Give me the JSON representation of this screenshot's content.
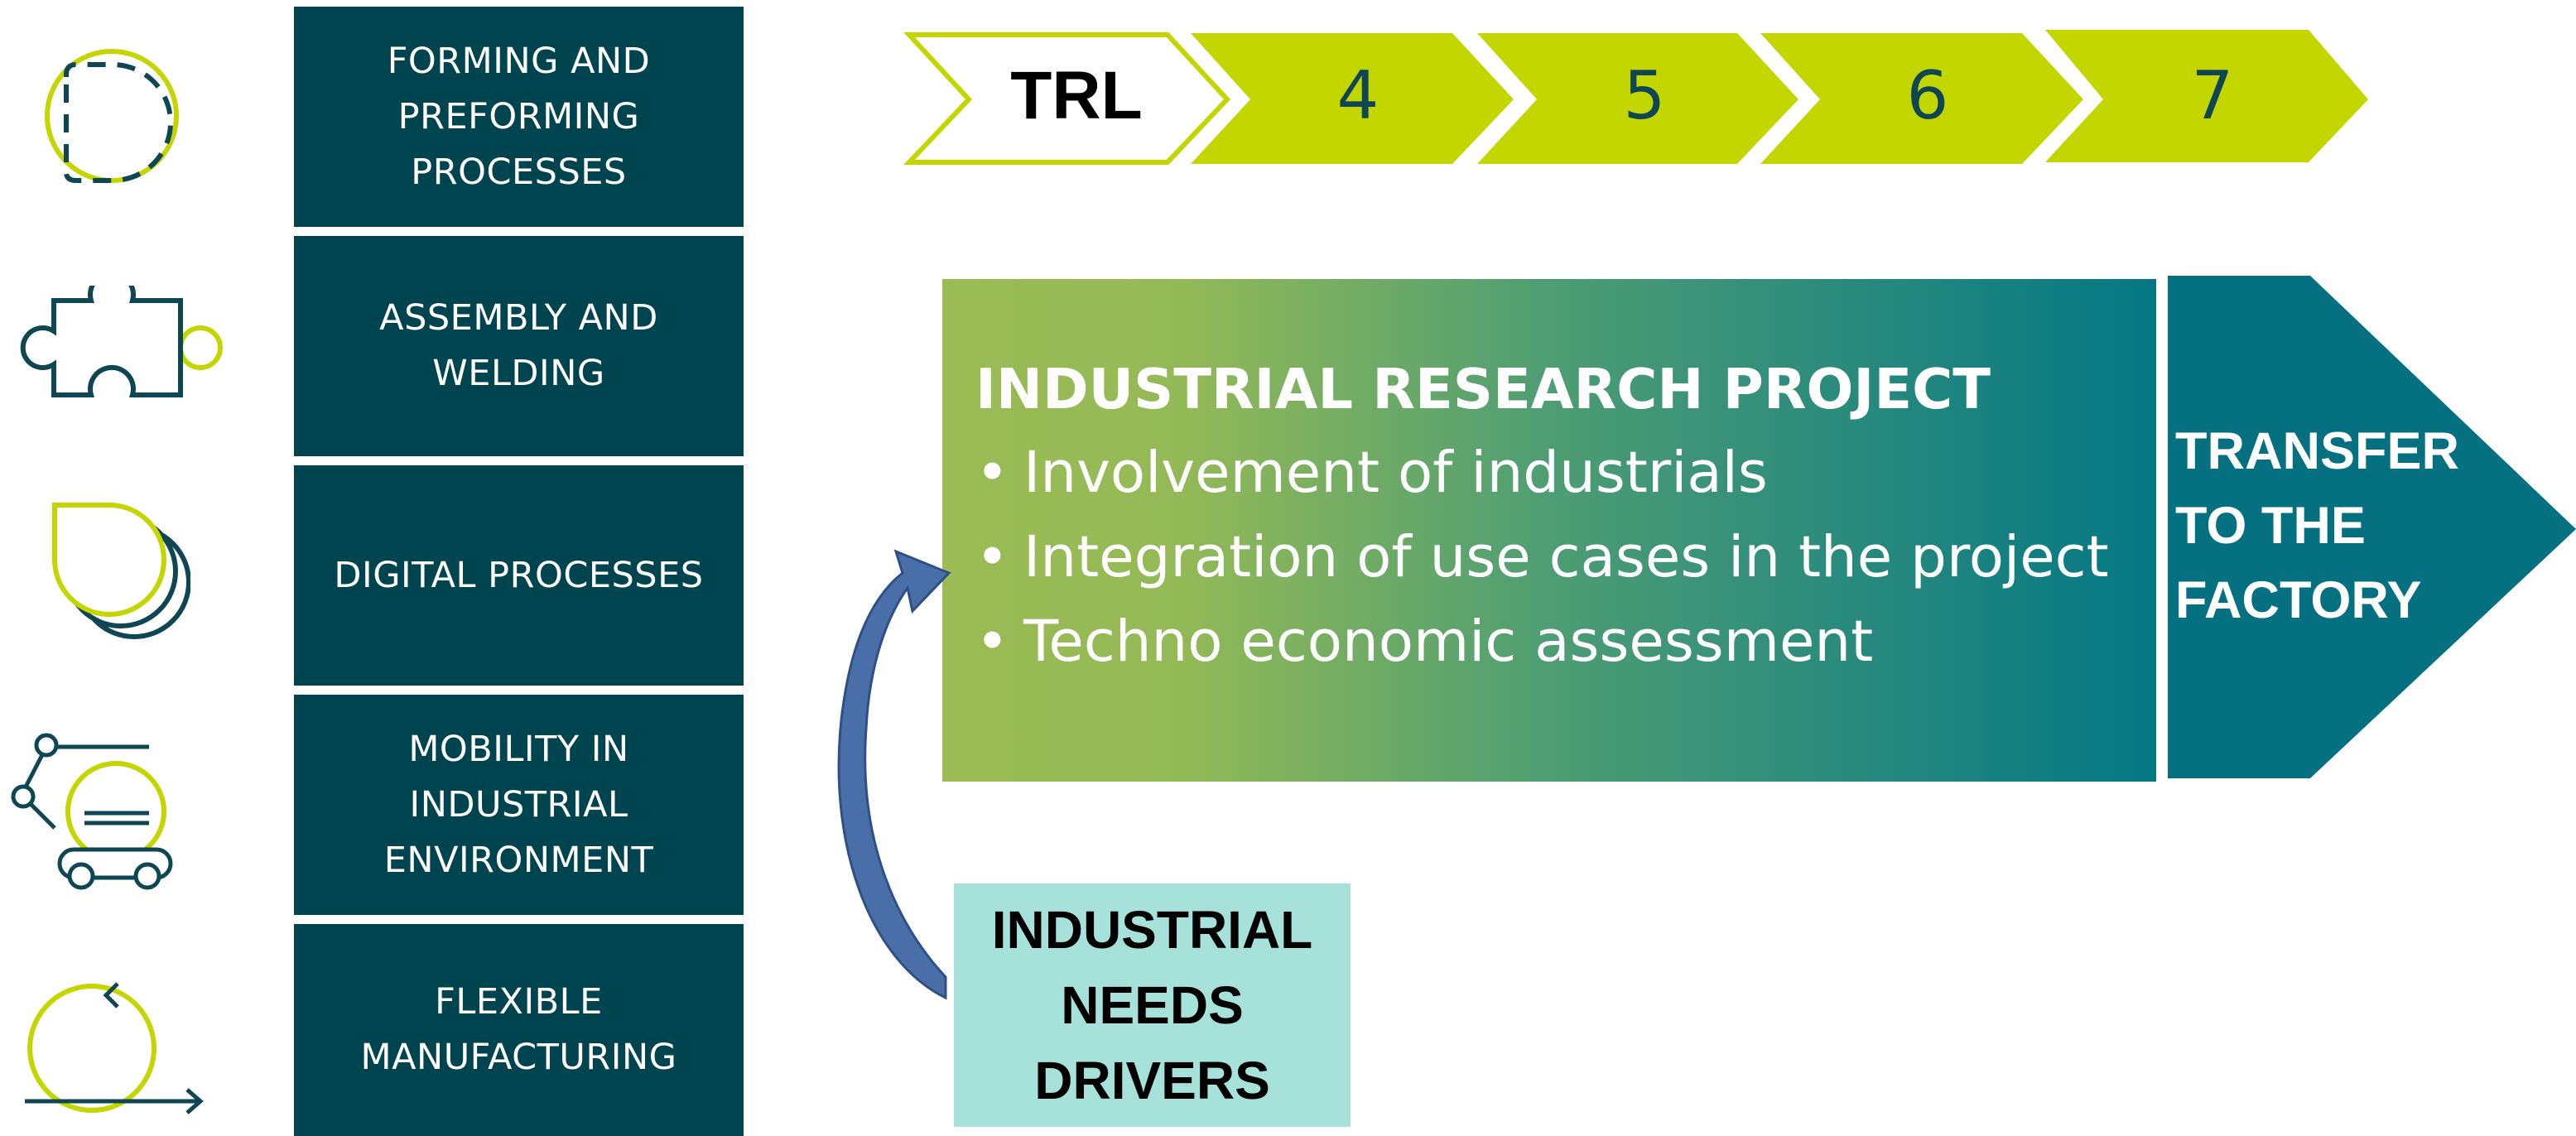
{
  "processes": [
    {
      "label": "FORMING AND\nPREFORMING\nPROCESSES",
      "icon": "circle-dashed-icon"
    },
    {
      "label": "ASSEMBLY AND\nWELDING",
      "icon": "puzzle-piece-icon"
    },
    {
      "label": "DIGITAL PROCESSES",
      "icon": "overlapping-shapes-icon"
    },
    {
      "label": "MOBILITY IN\nINDUSTRIAL\nENVIRONMENT",
      "icon": "robot-arm-vehicle-icon"
    },
    {
      "label": "FLEXIBLE\nMANUFACTURING",
      "icon": "cycle-arrow-icon"
    }
  ],
  "trl": {
    "label": "TRL",
    "levels": [
      "4",
      "5",
      "6",
      "7"
    ]
  },
  "project": {
    "title": "INDUSTRIAL RESEARCH PROJECT",
    "bullets": [
      "Involvement of industrials",
      "Integration of use cases in the project",
      "Techno economic assessment"
    ],
    "transfer": "TRANSFER\nTO THE\nFACTORY"
  },
  "needs": {
    "label": "INDUSTRIAL\nNEEDS\nDRIVERS"
  },
  "colors": {
    "dark_teal": "#00444f",
    "lime": "#c4d600",
    "gradient_start": "#9bbb54",
    "gradient_end": "#047784",
    "arrow_teal": "#057080",
    "needs_fill": "#a6e1da",
    "curve_arrow": "#4a6fa8"
  }
}
